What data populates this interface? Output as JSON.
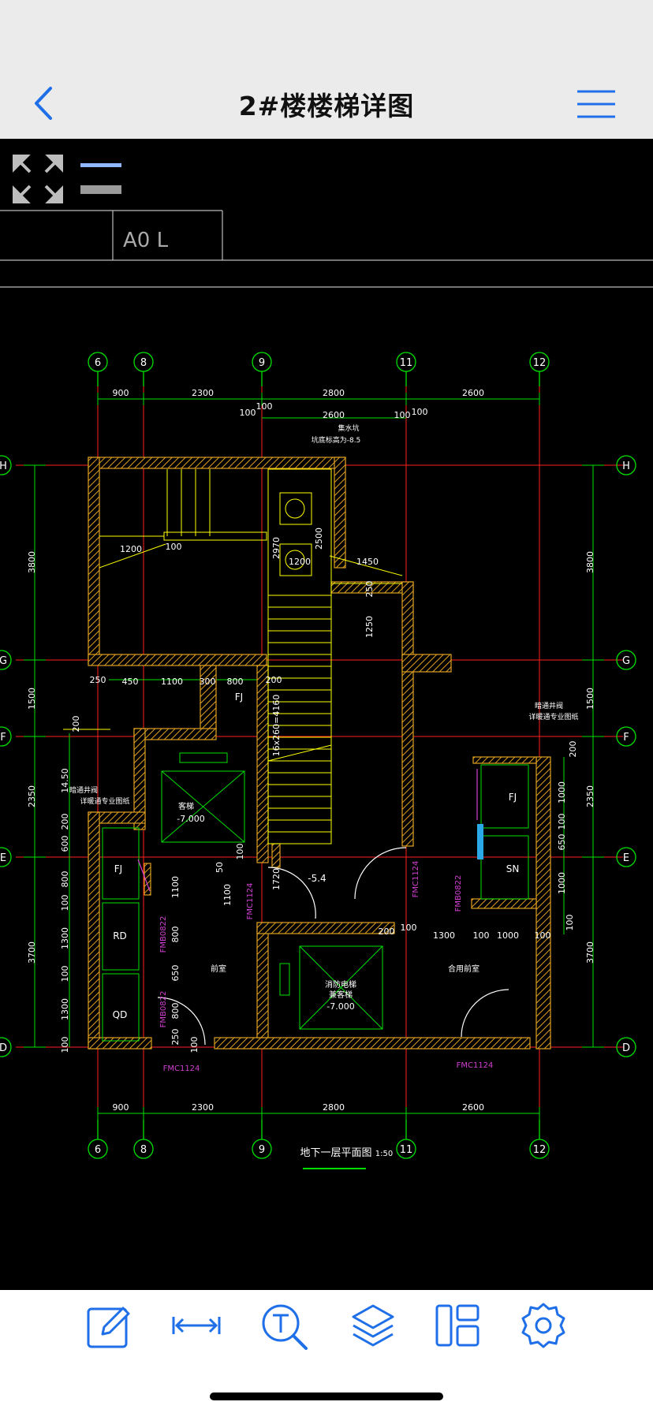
{
  "header": {
    "title": "2#楼楼梯详图"
  },
  "titleblock": {
    "text": "A0 L"
  },
  "axes": {
    "cols": [
      "6",
      "8",
      "9",
      "11",
      "12"
    ],
    "rows": [
      "H",
      "G",
      "F",
      "E",
      "D"
    ]
  },
  "dims": {
    "top": [
      "900",
      "2300",
      "2800",
      "2600"
    ],
    "bottom": [
      "900",
      "2300",
      "2800",
      "2600"
    ],
    "left_vert": [
      "3800",
      "1500",
      "2350",
      "3700"
    ],
    "right_vert": [
      "3800",
      "1500",
      "2350",
      "3700"
    ],
    "inner": {
      "d100a": "100",
      "d100b": "100",
      "d2600": "2600",
      "d100c": "100",
      "d100d": "100",
      "d1200a": "1200",
      "d100e": "100",
      "d1200b": "1200",
      "d2970": "2970",
      "d2500": "2500",
      "d1450": "1450",
      "d250": "250",
      "d1250": "1250",
      "d250b": "250",
      "d450": "450",
      "d1100": "1100",
      "d300": "300",
      "d800": "800",
      "d200": "200",
      "d1620": "16x260=4160",
      "l200": "200",
      "l1450": "14.50",
      "l200b": "200",
      "l600": "600",
      "l800": "800",
      "l100": "100",
      "l1300": "1300",
      "l100b": "100",
      "l1300b": "1300",
      "l100c": "100",
      "r200": "200",
      "r1000": "1000",
      "r100": "100",
      "r650": "650",
      "r1000b": "1000",
      "r100b": "100",
      "m1100": "1100",
      "m50": "50",
      "m800": "800",
      "m650": "650",
      "m800b": "800",
      "m250": "250",
      "m100": "100",
      "m1100b": "1100",
      "m100b": "100",
      "m1720": "1720",
      "b200": "200",
      "b100": "100",
      "b1300": "1300",
      "b100b": "100",
      "b1000": "1000",
      "b100c": "100"
    }
  },
  "labels": {
    "jishui": "集水坑",
    "jishui_elev": "坑底标高为-8.5",
    "fj1": "FJ",
    "fj2": "FJ",
    "fj3": "FJ",
    "rd": "RD",
    "qd": "QD",
    "sn": "SN",
    "lift1": "客梯",
    "lift1_elev": "-7.000",
    "lift2a": "消防电梯",
    "lift2b": "兼客梯",
    "lift2_elev": "-7.000",
    "qianshi": "前室",
    "hebing": "合用前室",
    "elev_54": "-5.4",
    "note_left_a": "暗通井阀",
    "note_left_b": "详暖通专业图纸",
    "note_right_a": "暗通井阀",
    "note_right_b": "详暖通专业图纸",
    "door1": "FMC1124",
    "door2": "FMC1124",
    "door3": "FMB0822",
    "door4": "FMB0822",
    "door5": "FMB0822",
    "door6": "FMC1124",
    "door7": "FMC1124",
    "plan_title": "地下一层平面图",
    "plan_scale": "1:50"
  },
  "toolbar": {
    "items": [
      "edit-icon",
      "measure-icon",
      "text-search-icon",
      "layers-icon",
      "layout-icon",
      "settings-icon"
    ]
  },
  "colors": {
    "accent": "#1e6fe8",
    "cad_green": "#00e000",
    "cad_yellow": "#ffff00",
    "cad_red": "#ff2020",
    "cad_wall": "#e0a020",
    "cad_magenta": "#d040d0"
  }
}
